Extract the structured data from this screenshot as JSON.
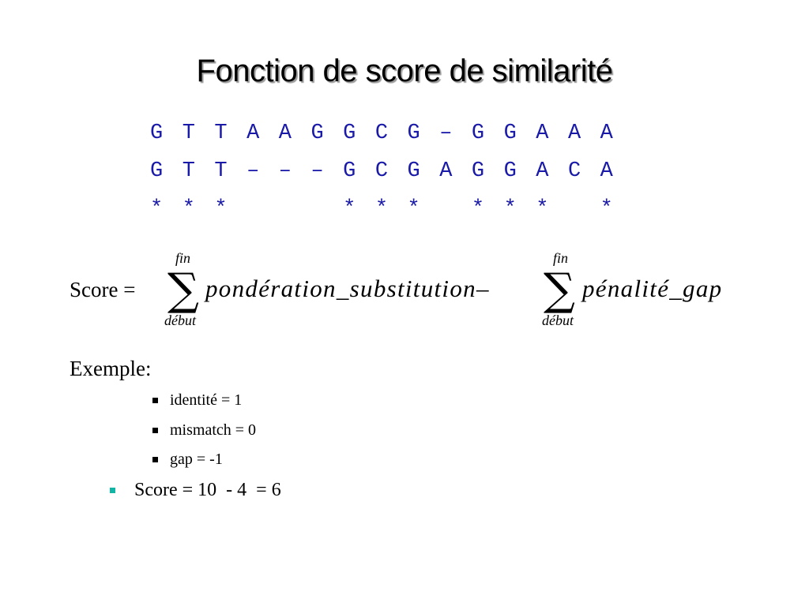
{
  "title": "Fonction de score de similarité",
  "alignment": {
    "row1": [
      "G",
      "T",
      "T",
      "A",
      "A",
      "G",
      "G",
      "C",
      "G",
      "–",
      "G",
      "G",
      "A",
      "A",
      "A"
    ],
    "row2": [
      "G",
      "T",
      "T",
      "–",
      "–",
      "–",
      "G",
      "C",
      "G",
      "A",
      "G",
      "G",
      "A",
      "C",
      "A"
    ],
    "row3": [
      "*",
      "*",
      "*",
      "",
      "",
      "",
      "*",
      "*",
      "*",
      "",
      "*",
      "*",
      "*",
      "",
      "*"
    ],
    "color": "#1a1aa8"
  },
  "formula": {
    "label": "Score =",
    "sigma": "∑",
    "upper_limit": "fin",
    "lower_limit": "début",
    "term1": "pondération_substitution–",
    "term2": "pénalité_gap"
  },
  "example": {
    "heading": "Exemple:",
    "rules": [
      "identité = 1",
      "mismatch = 0",
      "gap = -1"
    ],
    "result": "Score = 10  - 4  = 6",
    "result_bullet_color": "#10b5a6"
  }
}
